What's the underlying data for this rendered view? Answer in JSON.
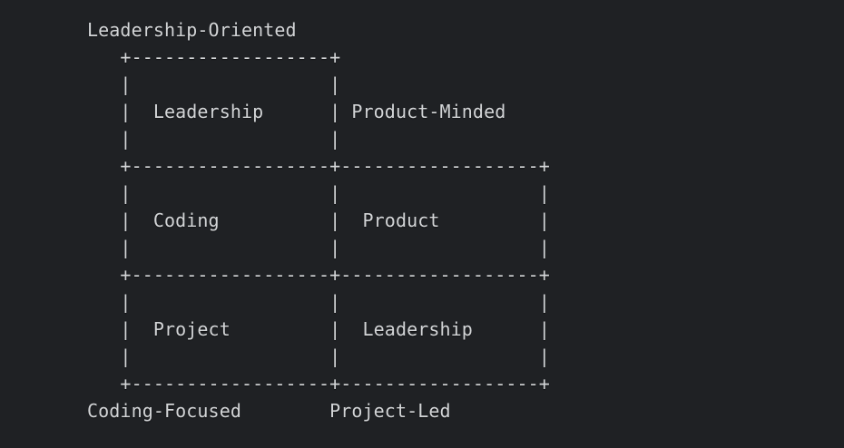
{
  "theme": {
    "background_color": "#1f2124",
    "text_color": "#d3d5d7"
  },
  "diagram": {
    "type": "ascii-grid",
    "axis_labels": {
      "top": "Leadership-Oriented",
      "right_of_top_cell": "Product-Minded",
      "bottom_left": "Coding-Focused",
      "bottom_right": "Project-Led"
    },
    "cells": [
      {
        "row": 0,
        "col": 0,
        "label": "Leadership"
      },
      {
        "row": 1,
        "col": 0,
        "label": "Coding"
      },
      {
        "row": 1,
        "col": 1,
        "label": "Product"
      },
      {
        "row": 2,
        "col": 0,
        "label": "Project"
      },
      {
        "row": 2,
        "col": 1,
        "label": "Leadership"
      }
    ],
    "lines": [
      "Leadership-Oriented",
      "   +------------------+",
      "   |                  |",
      "   |  Leadership      | Product-Minded",
      "   |                  |",
      "   +------------------+------------------+",
      "   |                  |                  |",
      "   |  Coding          |  Product         |",
      "   |                  |                  |",
      "   +------------------+------------------+",
      "   |                  |                  |",
      "   |  Project         |  Leadership      |",
      "   |                  |                  |",
      "   +------------------+------------------+",
      "Coding-Focused        Project-Led"
    ]
  }
}
